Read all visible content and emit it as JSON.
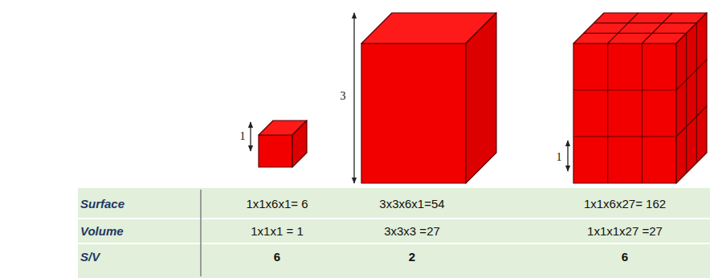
{
  "diagram": {
    "labels": [
      "1",
      "3",
      "1",
      "Surface",
      "Volume",
      "S/V",
      "1x1x6x1= 6",
      "3x3x6x1=54",
      "1x1x6x27= 162",
      "1x1x1 = 1",
      "3x3x3 =27",
      "1x1x1x27 =27",
      "6",
      "2",
      "6"
    ]
  }
}
